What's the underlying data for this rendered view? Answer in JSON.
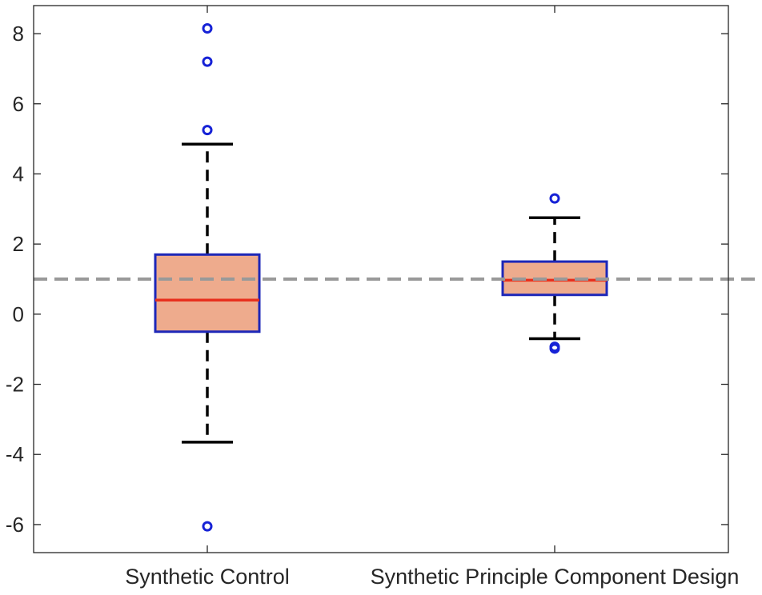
{
  "chart_data": {
    "type": "box",
    "categories": [
      "Synthetic Control",
      "Synthetic Principle Component Design"
    ],
    "ylim": [
      -6.8,
      8.8
    ],
    "yticks": [
      -6,
      -4,
      -2,
      0,
      2,
      4,
      6,
      8
    ],
    "ytick_labels": [
      "-6",
      "-4",
      "-2",
      "0",
      "2",
      "4",
      "6",
      "8"
    ],
    "reference_line": 1.0,
    "grid": false,
    "boxes": [
      {
        "category": "Synthetic Control",
        "q1": -0.5,
        "median": 0.4,
        "q3": 1.7,
        "whisker_low": -3.65,
        "whisker_high": 4.85,
        "outliers": [
          -6.05,
          5.25,
          7.2,
          8.15
        ]
      },
      {
        "category": "Synthetic Principle Component Design",
        "q1": 0.55,
        "median": 0.97,
        "q3": 1.5,
        "whisker_low": -0.7,
        "whisker_high": 2.75,
        "outliers": [
          -0.98,
          -0.93,
          3.3
        ]
      }
    ],
    "colors": {
      "box_fill": "#eeab8d",
      "box_edge": "#1d27b8",
      "median": "#e8301e",
      "whisker": "#000000",
      "outlier": "#1622d6",
      "reference_line": "#999999",
      "axis": "#262626"
    }
  }
}
